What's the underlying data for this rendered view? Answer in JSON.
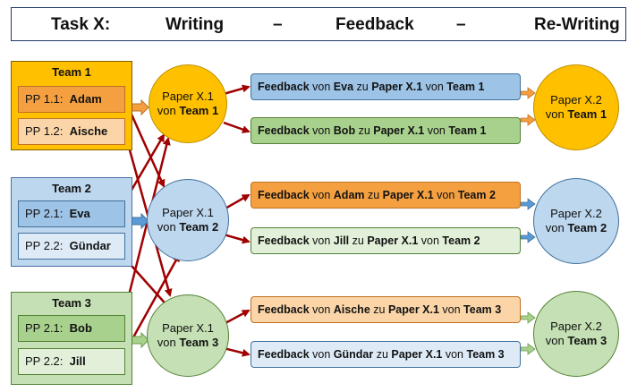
{
  "header": {
    "task": "Task X:",
    "step1": "Writing",
    "dash1": "–",
    "step2": "Feedback",
    "dash2": "–",
    "step3": "Re-Writing"
  },
  "teams": [
    {
      "title": "Team 1",
      "members": [
        {
          "id": "PP 1.1:",
          "name": "Adam"
        },
        {
          "id": "PP 1.2:",
          "name": "Aische"
        }
      ]
    },
    {
      "title": "Team 2",
      "members": [
        {
          "id": "PP 2.1:",
          "name": "Eva"
        },
        {
          "id": "PP 2.2:",
          "name": "Gündar"
        }
      ]
    },
    {
      "title": "Team 3",
      "members": [
        {
          "id": "PP 2.1:",
          "name": "Bob"
        },
        {
          "id": "PP 2.2:",
          "name": "Jill"
        }
      ]
    }
  ],
  "papers": [
    {
      "line1": "Paper X.1",
      "line2_a": "von ",
      "line2_b": "Team 1"
    },
    {
      "line1": "Paper X.1",
      "line2_a": "von ",
      "line2_b": "Team 2"
    },
    {
      "line1": "Paper X.1",
      "line2_a": "von ",
      "line2_b": "Team 3"
    }
  ],
  "revisions": [
    {
      "line1": "Paper X.2",
      "line2_a": "von ",
      "line2_b": "Team 1"
    },
    {
      "line1": "Paper X.2",
      "line2_a": "von ",
      "line2_b": "Team 2"
    },
    {
      "line1": "Paper X.2",
      "line2_a": "von ",
      "line2_b": "Team 3"
    }
  ],
  "feedback": [
    {
      "w1": "Feedback",
      "w2": " von ",
      "w3": "Eva",
      "w4": " zu ",
      "w5": "Paper X.1",
      "w6": " von ",
      "w7": "Team 1"
    },
    {
      "w1": "Feedback",
      "w2": " von ",
      "w3": "Bob",
      "w4": " zu ",
      "w5": "Paper X.1",
      "w6": " von ",
      "w7": "Team 1"
    },
    {
      "w1": "Feedback",
      "w2": " von ",
      "w3": "Adam",
      "w4": " zu ",
      "w5": "Paper X.1",
      "w6": " von ",
      "w7": "Team 2"
    },
    {
      "w1": "Feedback",
      "w2": " von ",
      "w3": "Jill",
      "w4": " zu ",
      "w5": "Paper X.1",
      "w6": " von ",
      "w7": "Team 2"
    },
    {
      "w1": "Feedback",
      "w2": " von ",
      "w3": "Aische",
      "w4": " zu ",
      "w5": "Paper X.1",
      "w6": " von ",
      "w7": "Team 3"
    },
    {
      "w1": "Feedback",
      "w2": " von ",
      "w3": "Gündar",
      "w4": " zu ",
      "w5": "Paper X.1",
      "w6": " von ",
      "w7": "Team 3"
    }
  ],
  "colors": {
    "team1_bg": "#ffc000",
    "team2_bg": "#bdd7ee",
    "team3_bg": "#c5e0b4",
    "orange_dark": "#f4a040",
    "orange_light": "#fbd5a8",
    "blue_dark": "#9dc3e6",
    "blue_light": "#deebf7",
    "green_dark": "#a9d18e",
    "green_light": "#e2f0d9",
    "arrow_red": "#a00000"
  }
}
